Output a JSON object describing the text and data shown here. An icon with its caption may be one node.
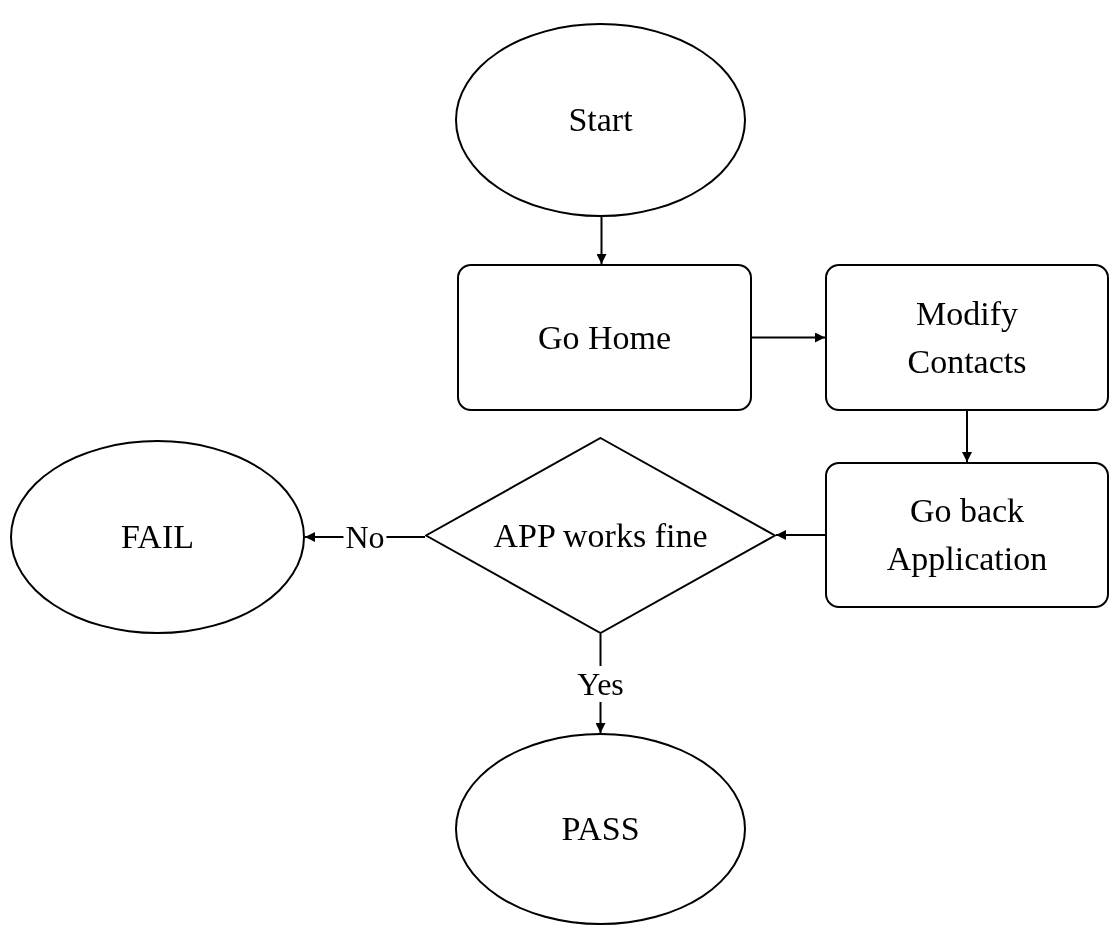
{
  "diagram": {
    "nodes": [
      {
        "text": [
          "Start"
        ]
      },
      {
        "text": [
          "Go Home"
        ]
      },
      {
        "text": [
          "Modify Contacts"
        ]
      },
      {
        "text": [
          "Go back Application"
        ]
      },
      {
        "text": [
          "APP works fine"
        ]
      },
      {
        "text": [
          "FAIL"
        ]
      },
      {
        "text": [
          "PASS"
        ]
      }
    ],
    "edges": [
      {
        "from": 0,
        "to": 1,
        "arrow": "to"
      },
      {
        "from": 1,
        "to": 2,
        "arrow": "to"
      },
      {
        "from": 2,
        "to": 3,
        "arrow": "to"
      },
      {
        "from": 3,
        "to": 4,
        "arrow": "to"
      },
      {
        "from": 4,
        "to": 5,
        "arrow": "to",
        "label": "No"
      },
      {
        "from": 4,
        "to": 6,
        "arrow": "to",
        "label": "Yes"
      }
    ]
  }
}
